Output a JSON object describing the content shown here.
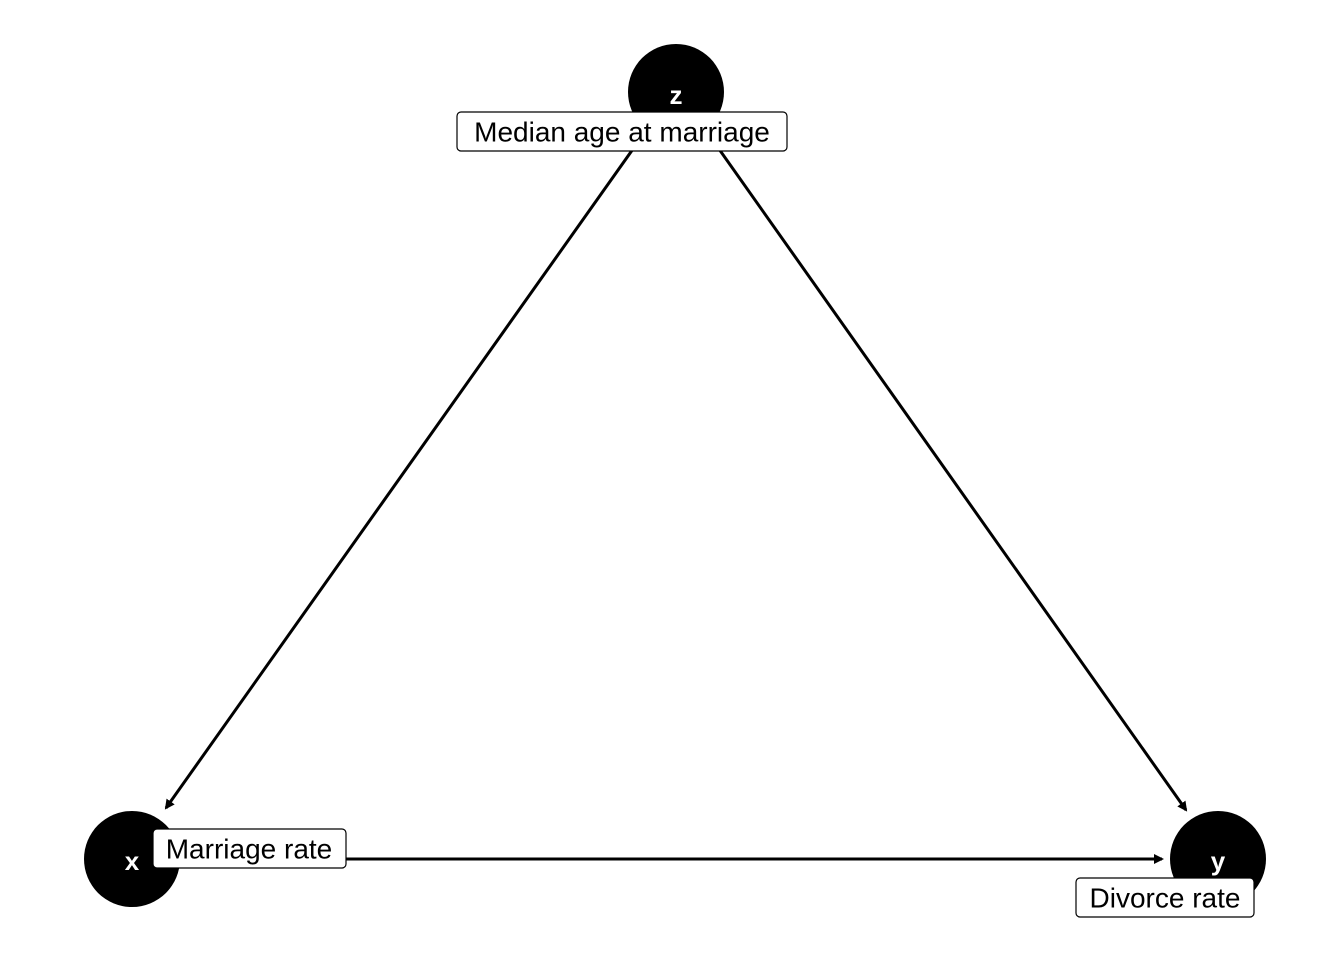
{
  "diagram": {
    "nodes": [
      {
        "id": "z",
        "letter": "z",
        "label": "Median age at marriage"
      },
      {
        "id": "x",
        "letter": "x",
        "label": "Marriage rate"
      },
      {
        "id": "y",
        "letter": "y",
        "label": "Divorce rate"
      }
    ],
    "edges": [
      {
        "from": "z",
        "to": "x"
      },
      {
        "from": "z",
        "to": "y"
      },
      {
        "from": "x",
        "to": "y"
      }
    ],
    "colors": {
      "node_fill": "#000000",
      "node_text": "#ffffff",
      "edge": "#000000",
      "label_fill": "#ffffff",
      "label_border": "#000000"
    }
  }
}
